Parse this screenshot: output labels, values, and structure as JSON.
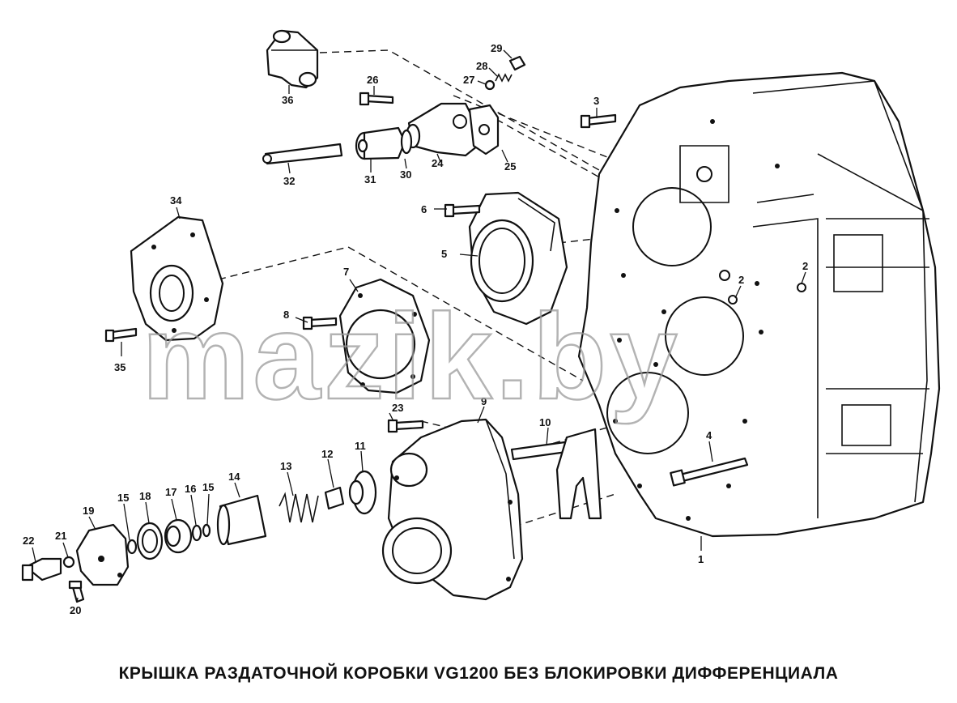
{
  "caption": "КРЫШКА РАЗДАТОЧНОЙ  КОРОБКИ VG1200  БЕЗ БЛОКИРОВКИ  ДИФФЕРЕНЦИАЛА",
  "watermark": "mazik.by",
  "callouts": {
    "c1": "1",
    "c2a": "2",
    "c2b": "2",
    "c3": "3",
    "c4": "4",
    "c5": "5",
    "c6": "6",
    "c7": "7",
    "c8": "8",
    "c9": "9",
    "c10": "10",
    "c11": "11",
    "c12": "12",
    "c13": "13",
    "c14": "14",
    "c15a": "15",
    "c15b": "15",
    "c16": "16",
    "c17": "17",
    "c18": "18",
    "c19": "19",
    "c20": "20",
    "c21": "21",
    "c22": "22",
    "c23": "23",
    "c24": "24",
    "c25": "25",
    "c26": "26",
    "c27": "27",
    "c28": "28",
    "c29": "29",
    "c30": "30",
    "c31": "31",
    "c32": "32",
    "c34": "34",
    "c35": "35",
    "c36": "36"
  }
}
